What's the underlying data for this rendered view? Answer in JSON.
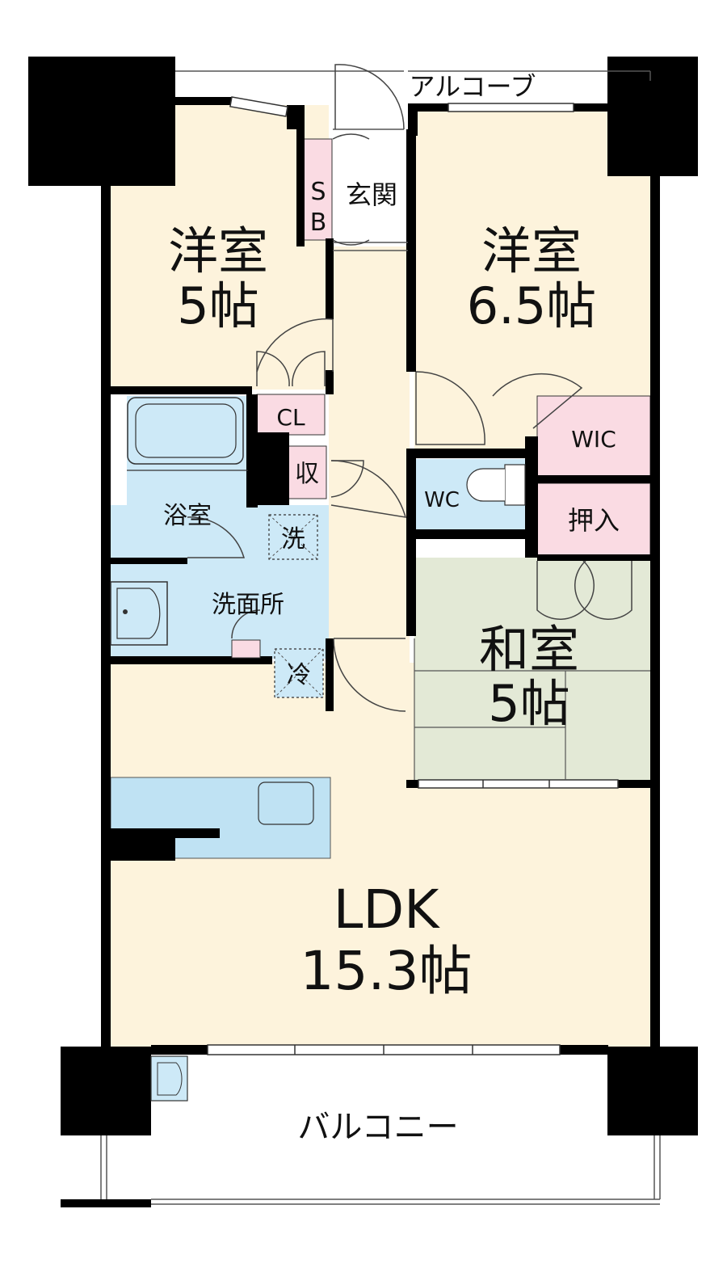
{
  "rooms": {
    "western_room_left": {
      "name": "洋室",
      "size": "5帖"
    },
    "western_room_right": {
      "name": "洋室",
      "size": "6.5帖"
    },
    "japanese_room": {
      "name": "和室",
      "size": "5帖"
    },
    "ldk": {
      "name": "LDK",
      "size": "15.3帖"
    }
  },
  "labels": {
    "alcove": "アルコーブ",
    "entrance": "玄関",
    "shoe_box_top": "S",
    "shoe_box_bottom": "B",
    "closet": "CL",
    "walk_in_closet": "WIC",
    "storage": "収",
    "toilet": "WC",
    "bathroom": "浴室",
    "washroom": "洗面所",
    "washing_machine": "洗",
    "refrigerator": "冷",
    "oshiire": "押入",
    "balcony": "バルコニー"
  },
  "colors": {
    "wood_floor": "#fdf3dc",
    "wet_area": "#cde9f7",
    "tatami": "#e3e9d6",
    "closet": "#fadbe3",
    "wall": "#000000",
    "counter": "#bfe2f3"
  }
}
